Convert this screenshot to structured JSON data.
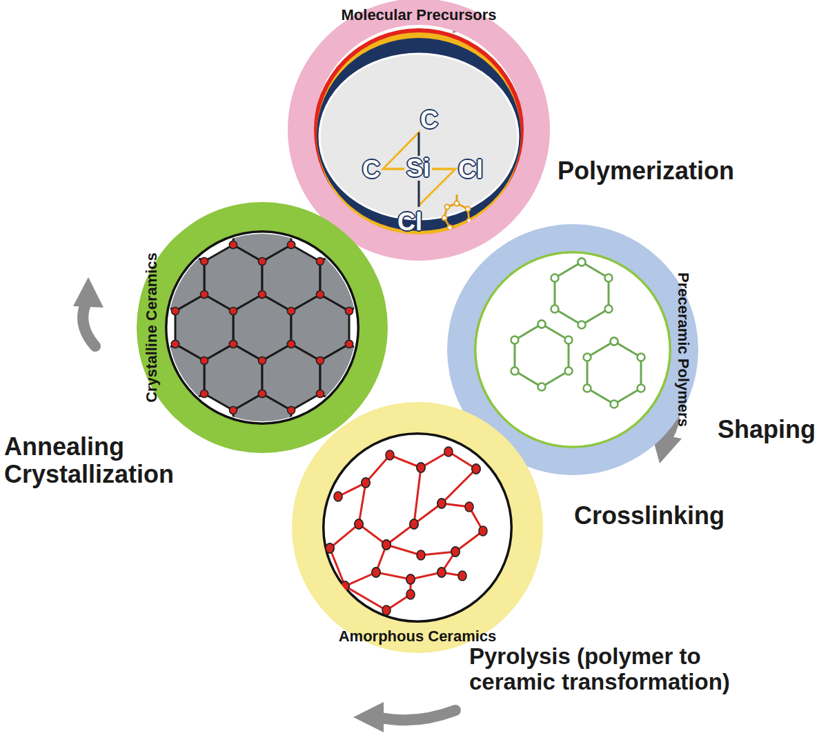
{
  "diagram": {
    "nodes": [
      {
        "text": [
          "Molecular Precursors"
        ]
      },
      {
        "text": [
          "Preceramic Polymers"
        ]
      },
      {
        "text": [
          "Amorphous Ceramics"
        ]
      },
      {
        "text": [
          "Crystalline Ceramics"
        ]
      }
    ],
    "labels": [
      "Polymerization",
      "Shaping",
      "Crosslinking",
      "Pyrolysis (polymer to ceramic transformation)",
      "Annealing Crystallization",
      "C",
      "C",
      "Si",
      "Cl",
      "Cl"
    ]
  }
}
